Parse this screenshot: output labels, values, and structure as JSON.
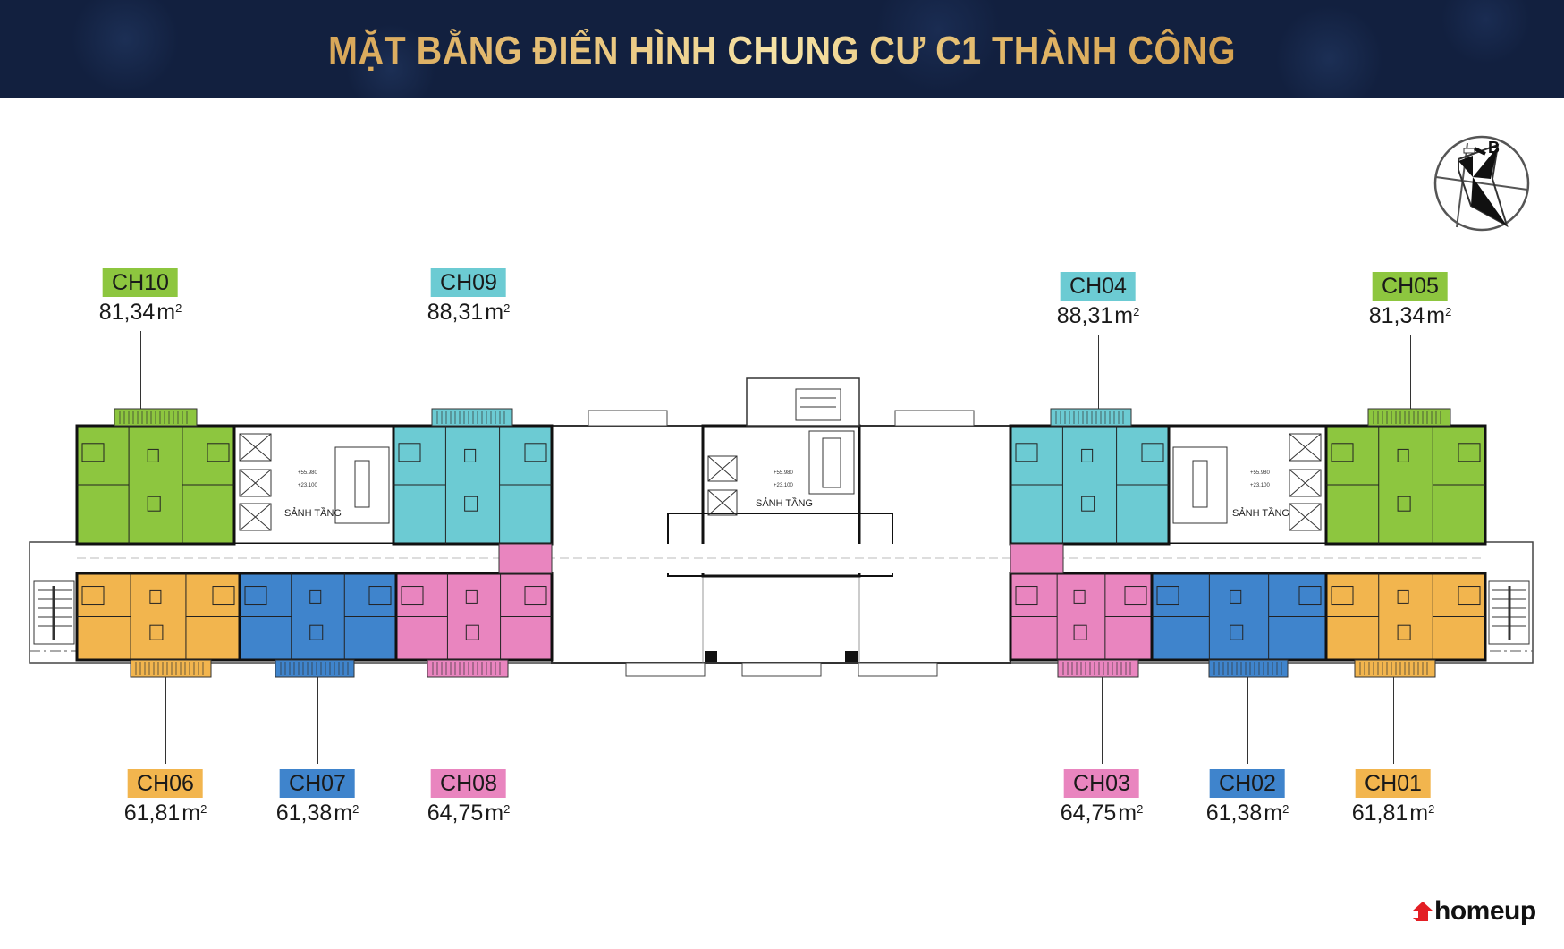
{
  "header": {
    "title": "MẶT BẰNG ĐIỂN HÌNH CHUNG CƯ C1 THÀNH CÔNG"
  },
  "compass": {
    "north_label": "B"
  },
  "plan": {
    "lobby_label": "SẢNH TẦNG",
    "level_top": "+55.980",
    "level_bottom": "+23.100"
  },
  "units": [
    {
      "code": "CH10",
      "area": "81,34",
      "unit": "m",
      "sup": "2",
      "color": "#8dc63f"
    },
    {
      "code": "CH09",
      "area": "88,31",
      "unit": "m",
      "sup": "2",
      "color": "#6ccbd3"
    },
    {
      "code": "CH04",
      "area": "88,31",
      "unit": "m",
      "sup": "2",
      "color": "#6ccbd3"
    },
    {
      "code": "CH05",
      "area": "81,34",
      "unit": "m",
      "sup": "2",
      "color": "#8dc63f"
    },
    {
      "code": "CH06",
      "area": "61,81",
      "unit": "m",
      "sup": "2",
      "color": "#f2b54e"
    },
    {
      "code": "CH07",
      "area": "61,38",
      "unit": "m",
      "sup": "2",
      "color": "#3f84cc"
    },
    {
      "code": "CH08",
      "area": "64,75",
      "unit": "m",
      "sup": "2",
      "color": "#e985bf"
    },
    {
      "code": "CH03",
      "area": "64,75",
      "unit": "m",
      "sup": "2",
      "color": "#e985bf"
    },
    {
      "code": "CH02",
      "area": "61,38",
      "unit": "m",
      "sup": "2",
      "color": "#3f84cc"
    },
    {
      "code": "CH01",
      "area": "61,81",
      "unit": "m",
      "sup": "2",
      "color": "#f2b54e"
    }
  ],
  "logo": {
    "text": "homeup",
    "color": "#e31e24"
  }
}
